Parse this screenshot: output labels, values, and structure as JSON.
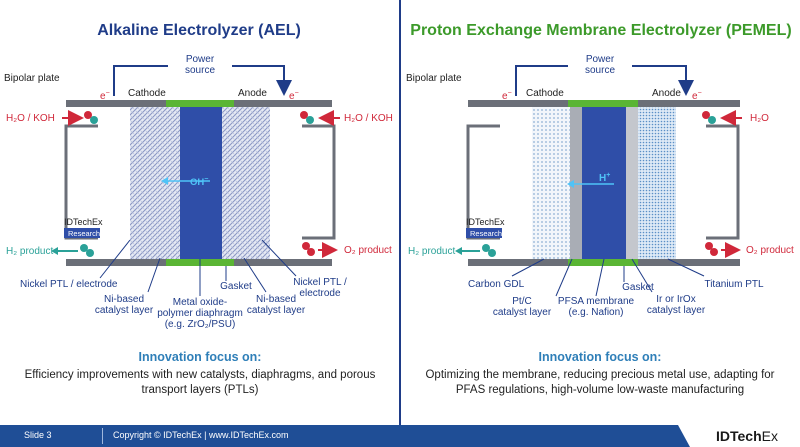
{
  "ael": {
    "title": "Alkaline Electrolyzer (AEL)",
    "power_source_line1": "Power",
    "power_source_line2": "source",
    "bipolar_plate": "Bipolar plate",
    "cathode": "Cathode",
    "anode": "Anode",
    "electron": "e",
    "electron_sup": "−",
    "inlet_left": "H₂O / KOH",
    "inlet_right": "H₂O / KOH",
    "ion": "OH",
    "ion_sup": "−",
    "product_left": "H₂ product",
    "product_right": "O₂ product",
    "logo_name": "IDTechEx",
    "logo_badge": "Research",
    "gasket": "Gasket",
    "nickel_left_l1": "Nickel PTL / electrode",
    "nickel_right_l1": "Nickel PTL /",
    "nickel_right_l2": "electrode",
    "catalyst_left_l1": "Ni-based",
    "catalyst_left_l2": "catalyst layer",
    "diaphragm_l1": "Metal oxide-",
    "diaphragm_l2": "polymer diaphragm",
    "diaphragm_l3": "(e.g. ZrO₂/PSU)",
    "catalyst_right_l1": "Ni-based",
    "catalyst_right_l2": "catalyst layer",
    "focus_heading": "Innovation focus on:",
    "focus_body": "Efficiency improvements with new catalysts, diaphragms, and porous transport layers (PTLs)"
  },
  "pem": {
    "title": "Proton Exchange Membrane Electrolyzer (PEMEL)",
    "power_source_line1": "Power",
    "power_source_line2": "source",
    "bipolar_plate": "Bipolar plate",
    "cathode": "Cathode",
    "anode": "Anode",
    "electron": "e",
    "electron_sup": "−",
    "inlet_right": "H₂O",
    "ion": "H",
    "ion_sup": "+",
    "product_left": "H₂ product",
    "product_right": "O₂ product",
    "logo_name": "IDTechEx",
    "logo_badge": "Research",
    "gasket": "Gasket",
    "carbon_gdl": "Carbon GDL",
    "ptc_l1": "Pt/C",
    "ptc_l2": "catalyst layer",
    "membrane_l1": "PFSA membrane",
    "membrane_l2": "(e.g. Nafion)",
    "irox_l1": "Ir or IrOx",
    "irox_l2": "catalyst layer",
    "titanium_ptl": "Titanium PTL",
    "focus_heading": "Innovation focus on:",
    "focus_body": "Optimizing the membrane, reducing precious metal use, adapting for PFAS regulations, high-volume low-waste manufacturing"
  },
  "footer": {
    "slide": "Slide 3",
    "copyright": "Copyright © IDTechEx  |  www.IDTechEx.com",
    "logo_bold": "IDTech",
    "logo_thin": "Ex"
  },
  "colors": {
    "navy": "#1f3c88",
    "green": "#3c9a2a",
    "red": "#d0283a",
    "teal": "#2aa198",
    "plate": "#6b6f78",
    "footer": "#1f4e96"
  }
}
